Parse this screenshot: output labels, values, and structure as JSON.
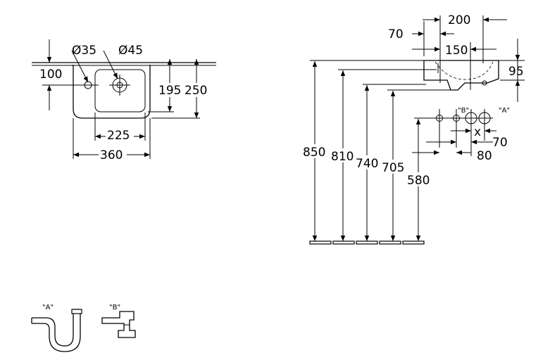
{
  "plan_view": {
    "dia_left": "Ø35",
    "dia_right": "Ø45",
    "dim_100": "100",
    "dim_195": "195",
    "dim_250": "250",
    "dim_225": "225",
    "dim_360": "360"
  },
  "side_view": {
    "dim_200": "200",
    "dim_70_top": "70",
    "dim_150": "150",
    "dim_95": "95",
    "dim_850": "850",
    "dim_810": "810",
    "dim_740": "740",
    "dim_705": "705",
    "dim_580": "580",
    "label_b": "\"B\"",
    "label_a": "\"A\"",
    "label_x": "x",
    "dim_70_right": "70",
    "dim_80": "80"
  },
  "traps": {
    "label_a": "\"A\"",
    "label_b": "\"B\""
  }
}
